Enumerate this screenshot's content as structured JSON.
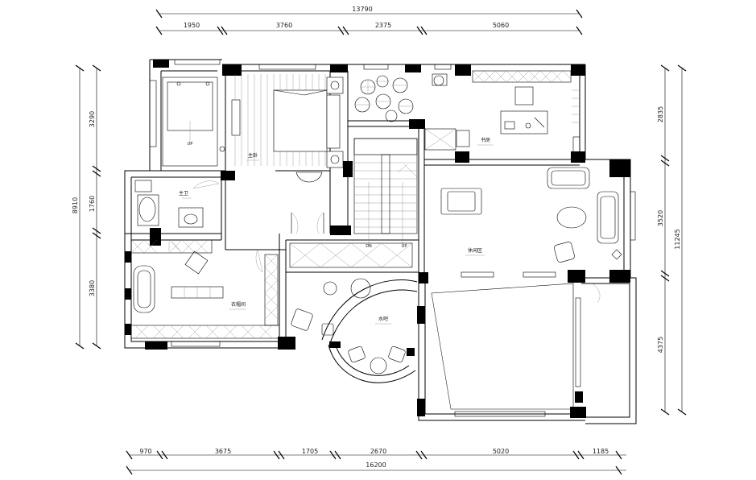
{
  "dimensions": {
    "top_total": "13790",
    "top_segments": [
      "1950",
      "3760",
      "2375",
      "5060"
    ],
    "bottom_segments": [
      "970",
      "3675",
      "1705",
      "2670",
      "5020",
      "1185"
    ],
    "bottom_total": "16200",
    "left_total": "8910",
    "left_segments": [
      "3290",
      "1760",
      "3380"
    ],
    "right_segments": [
      "2835",
      "3520",
      "4375"
    ],
    "right_total": "11245"
  },
  "rooms": {
    "master_bedroom": "主卧",
    "master_bath": "主卫",
    "study": "书房",
    "lounge": "休闲区",
    "cloakroom": "衣帽间",
    "water_bar": "水吧"
  },
  "stairs": {
    "down": "DN",
    "up": "UP"
  },
  "bath_up": "UP"
}
